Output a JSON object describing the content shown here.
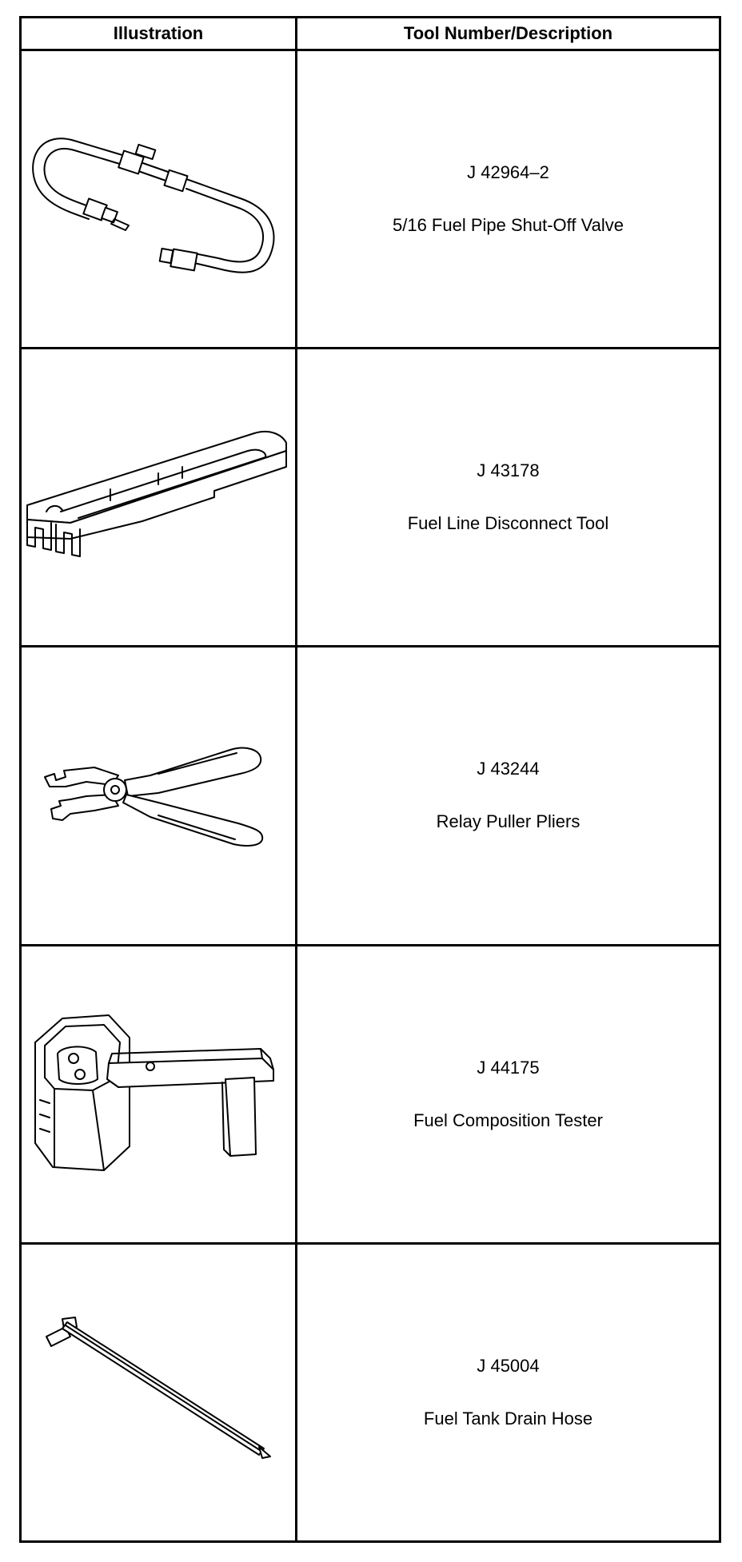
{
  "table": {
    "headers": {
      "illustration": "Illustration",
      "tool": "Tool Number/Description"
    },
    "rows": [
      {
        "number": "J 42964–2",
        "description": "5/16 Fuel Pipe Shut-Off Valve",
        "icon": "fuel-pipe-shutoff-valve-icon"
      },
      {
        "number": "J 43178",
        "description": "Fuel Line Disconnect Tool",
        "icon": "fuel-line-disconnect-tool-icon"
      },
      {
        "number": "J 43244",
        "description": "Relay Puller Pliers",
        "icon": "relay-puller-pliers-icon"
      },
      {
        "number": "J 44175",
        "description": "Fuel Composition Tester",
        "icon": "fuel-composition-tester-icon"
      },
      {
        "number": "J 45004",
        "description": "Fuel Tank Drain Hose",
        "icon": "fuel-tank-drain-hose-icon"
      }
    ]
  }
}
